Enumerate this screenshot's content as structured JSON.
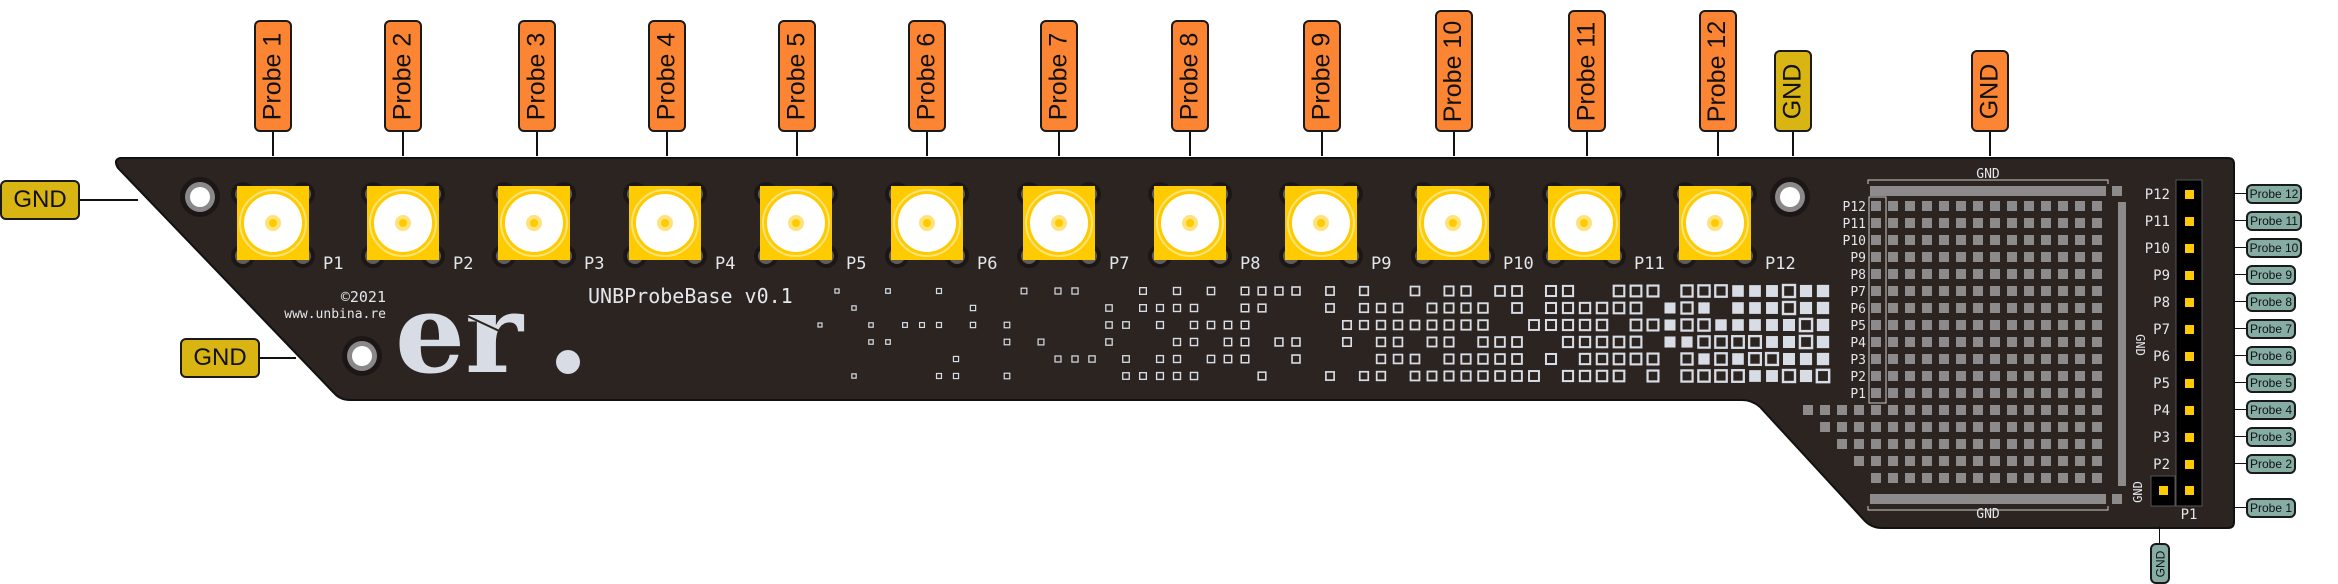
{
  "board": {
    "name": "UNBProbeBase v0.1",
    "copyright": "©2021",
    "website": "www.unbina.re",
    "logo_text": "er.",
    "colors": {
      "pcb": "#2b2421",
      "connector": "#fecb00",
      "silkscreen": "#e3e6ea",
      "pad": "#8c8a8a",
      "probe_label": "#fb8532",
      "gnd_label": "#d9b514",
      "header_label": "#86ada4"
    }
  },
  "top_labels": [
    {
      "text": "Probe 1",
      "kind": "probe"
    },
    {
      "text": "Probe 2",
      "kind": "probe"
    },
    {
      "text": "Probe 3",
      "kind": "probe"
    },
    {
      "text": "Probe 4",
      "kind": "probe"
    },
    {
      "text": "Probe 5",
      "kind": "probe"
    },
    {
      "text": "Probe 6",
      "kind": "probe"
    },
    {
      "text": "Probe 7",
      "kind": "probe"
    },
    {
      "text": "Probe 8",
      "kind": "probe"
    },
    {
      "text": "Probe 9",
      "kind": "probe"
    },
    {
      "text": "Probe 10",
      "kind": "probe"
    },
    {
      "text": "Probe 11",
      "kind": "probe"
    },
    {
      "text": "Probe 12",
      "kind": "probe"
    },
    {
      "text": "GND",
      "kind": "gnd-mount"
    },
    {
      "text": "GND",
      "kind": "gnd-rail"
    }
  ],
  "left_labels": [
    {
      "text": "GND"
    },
    {
      "text": "GND"
    }
  ],
  "connectors": [
    "P1",
    "P2",
    "P3",
    "P4",
    "P5",
    "P6",
    "P7",
    "P8",
    "P9",
    "P10",
    "P11",
    "P12"
  ],
  "grid": {
    "row_labels": [
      "P12",
      "P11",
      "P10",
      "P9",
      "P8",
      "P7",
      "P6",
      "P5",
      "P4",
      "P3",
      "P2",
      "P1"
    ],
    "top_rail": "GND",
    "bottom_rail": "GND",
    "side_rail": "GND"
  },
  "header": {
    "pin_labels": [
      "P12",
      "P11",
      "P10",
      "P9",
      "P8",
      "P7",
      "P6",
      "P5",
      "P4",
      "P3",
      "P2"
    ],
    "bottom_pin": "P1",
    "gnd_pin": "GND",
    "right_labels": [
      "Probe 12",
      "Probe 11",
      "Probe 10",
      "Probe 9",
      "Probe 8",
      "Probe 7",
      "Probe 6",
      "Probe 5",
      "Probe 4",
      "Probe 3",
      "Probe 2",
      "Probe 1"
    ],
    "bottom_label": "GND"
  }
}
